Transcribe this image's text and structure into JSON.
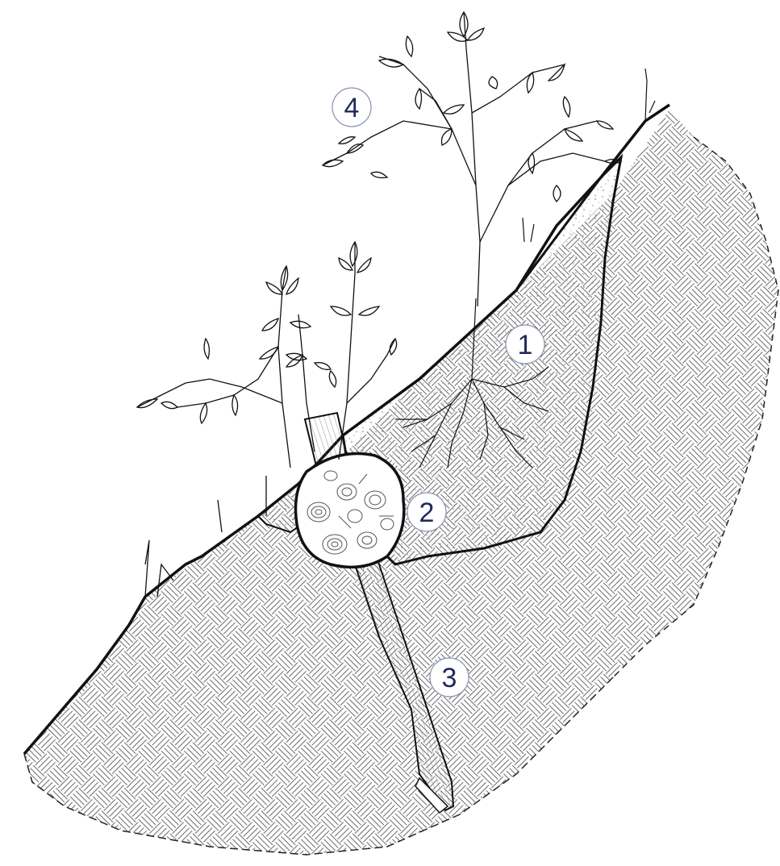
{
  "callouts": [
    {
      "id": "1",
      "label": "1"
    },
    {
      "id": "2",
      "label": "2"
    },
    {
      "id": "3",
      "label": "3"
    },
    {
      "id": "4",
      "label": "4"
    }
  ],
  "colors": {
    "line": "#111111",
    "hatch": "#555555",
    "callout_text": "#1f2a5c",
    "callout_ring": "#8a8fb0",
    "background": "#ffffff"
  }
}
